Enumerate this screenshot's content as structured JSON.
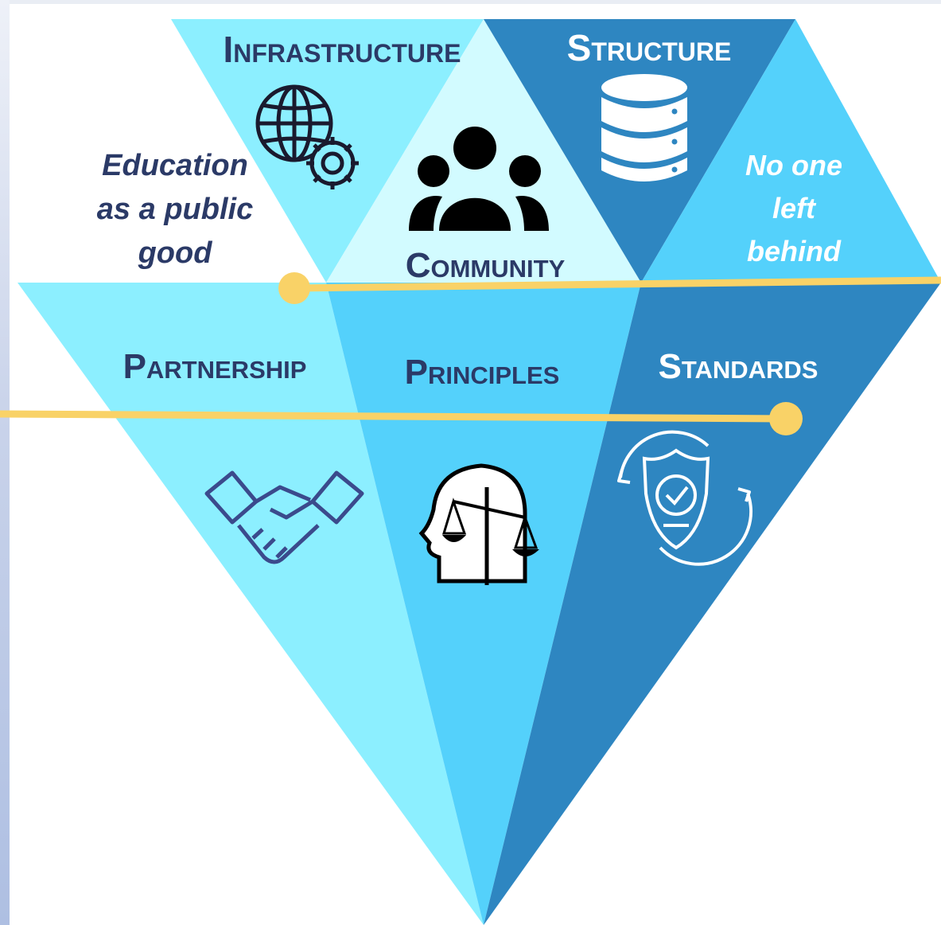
{
  "top_labels": {
    "infrastructure": "Infrastructure",
    "structure": "Structure",
    "community": "Community"
  },
  "middle_labels": {
    "partnership": "Partnership",
    "principles": "Principles",
    "standards": "Standards"
  },
  "left_quote": [
    "Education",
    "as a public",
    "good"
  ],
  "right_quote": [
    "No one",
    "left",
    "behind"
  ],
  "colors": {
    "light_cyan": "#8cefff",
    "pale_cyan": "#d2fbff",
    "mid_blue": "#54d1fb",
    "dark_blue": "#2e86c1",
    "line_yellow": "#f9d267",
    "text_navy": "#2b3a67"
  },
  "icons": [
    "globe-gear-icon",
    "community-people-icon",
    "database-icon",
    "handshake-icon",
    "head-scales-icon",
    "shield-check-icon"
  ]
}
